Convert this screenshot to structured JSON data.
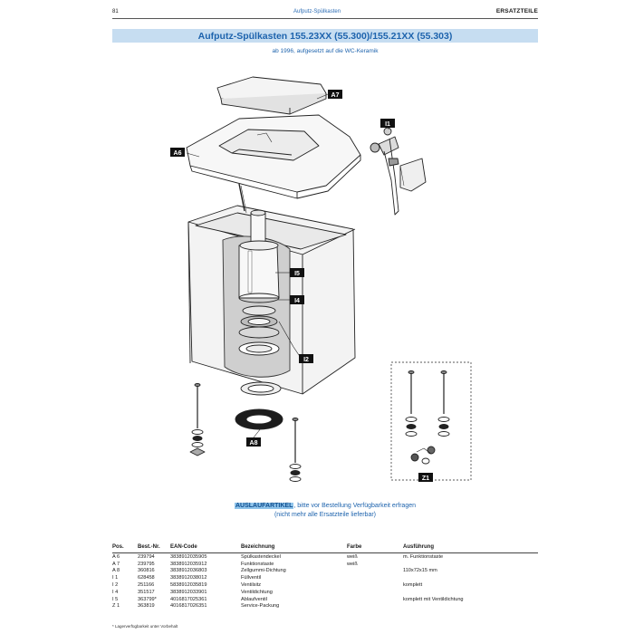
{
  "header": {
    "page_number": "81",
    "section": "Aufputz-Spülkasten",
    "category": "ERSATZTEILE"
  },
  "title": "Aufputz-Spülkasten 155.23XX (55.300)/155.21XX (55.303)",
  "subtitle": "ab 1996, aufgesetzt auf die WC-Keramik",
  "callouts": {
    "a7": "A7",
    "a6": "A6",
    "i1": "I1",
    "i5": "I5",
    "i4": "I4",
    "i2": "I2",
    "a8": "A8",
    "z1": "Z1"
  },
  "note": {
    "highlight": "AUSLAUFARTIKEL",
    "line1_rest": ", bitte vor Bestellung Verfügbarkeit erfragen",
    "line2": "(nicht mehr alle Ersatzteile lieferbar)"
  },
  "parts_table": {
    "headers": {
      "pos": "Pos.",
      "best_nr": "Best.-Nr.",
      "ean": "EAN-Code",
      "bezeichnung": "Bezeichnung",
      "farbe": "Farbe",
      "ausfuehrung": "Ausführung"
    },
    "rows": [
      {
        "pos": "A 6",
        "best_nr": "239794",
        "ean": "3838912035905",
        "bezeichnung": "Spülkastendeckel",
        "farbe": "weiß",
        "ausfuehrung": "m. Funktionstaste"
      },
      {
        "pos": "A 7",
        "best_nr": "239795",
        "ean": "3838912035912",
        "bezeichnung": "Funktionstaste",
        "farbe": "weiß",
        "ausfuehrung": ""
      },
      {
        "pos": "A 8",
        "best_nr": "360816",
        "ean": "3838912036803",
        "bezeichnung": "Zellgummi-Dichtung",
        "farbe": "",
        "ausfuehrung": "110x72x15 mm"
      },
      {
        "pos": "I 1",
        "best_nr": "628458",
        "ean": "3838912038012",
        "bezeichnung": "Füllventil",
        "farbe": "",
        "ausfuehrung": ""
      },
      {
        "pos": "I 2",
        "best_nr": "251166",
        "ean": "5838912035819",
        "bezeichnung": "Ventilsitz",
        "farbe": "",
        "ausfuehrung": "komplett"
      },
      {
        "pos": "I 4",
        "best_nr": "351517",
        "ean": "3838912033901",
        "bezeichnung": "Ventildichtung",
        "farbe": "",
        "ausfuehrung": ""
      },
      {
        "pos": "I 5",
        "best_nr": "363799*",
        "ean": "4016817025361",
        "bezeichnung": "Ablaufventil",
        "farbe": "",
        "ausfuehrung": "komplett mit Ventildichtung"
      },
      {
        "pos": "Z 1",
        "best_nr": "363819",
        "ean": "4016817026351",
        "bezeichnung": "Service-Packung",
        "farbe": "",
        "ausfuehrung": ""
      }
    ]
  },
  "footnote": "* Lagerverfügbarkeit unter Vorbehalt"
}
